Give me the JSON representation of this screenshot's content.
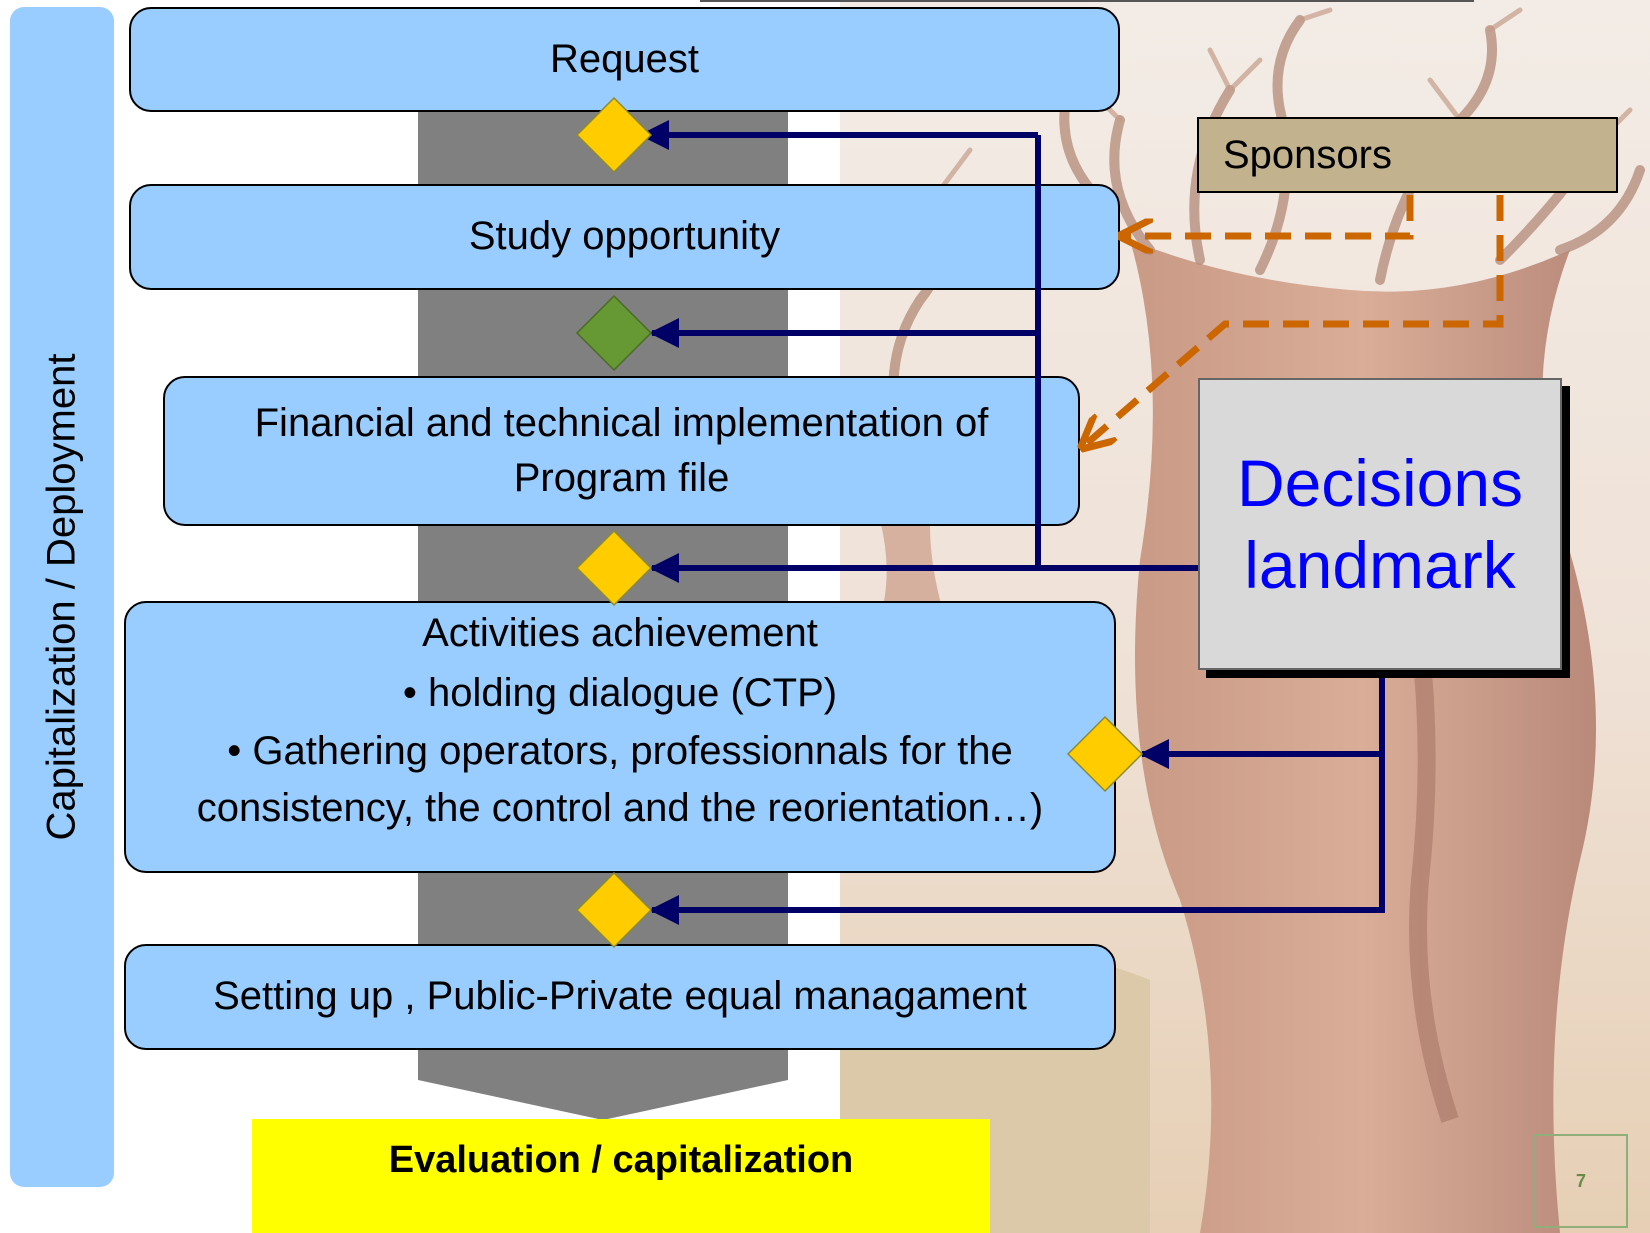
{
  "side_label": "Capitalization / Deployment",
  "steps": {
    "request": "Request",
    "study": "Study opportunity",
    "financial_line1": "Financial and technical implementation of",
    "financial_line2": "Program file",
    "activities_title": "Activities achievement",
    "activities_bullet1": "• holding dialogue (CTP)",
    "activities_bullet2": "• Gathering operators, professionnals for the consistency, the control and the reorientation…)",
    "setting_up": "Setting up , Public-Private equal managament"
  },
  "sponsors": "Sponsors",
  "decisions_line1": "Decisions",
  "decisions_line2": "landmark",
  "evaluation": "Evaluation / capitalization",
  "page_number": "7",
  "colors": {
    "box_fill": "#99ccff",
    "process_arrow": "#808080",
    "diamond_yellow": "#ffcc00",
    "diamond_green": "#669933",
    "connector_navy": "#000066",
    "sponsor_dashed": "#cc6600",
    "sponsors_fill": "#c2b28e",
    "decisions_text": "#0000ff",
    "evaluation_fill": "#ffff00"
  }
}
